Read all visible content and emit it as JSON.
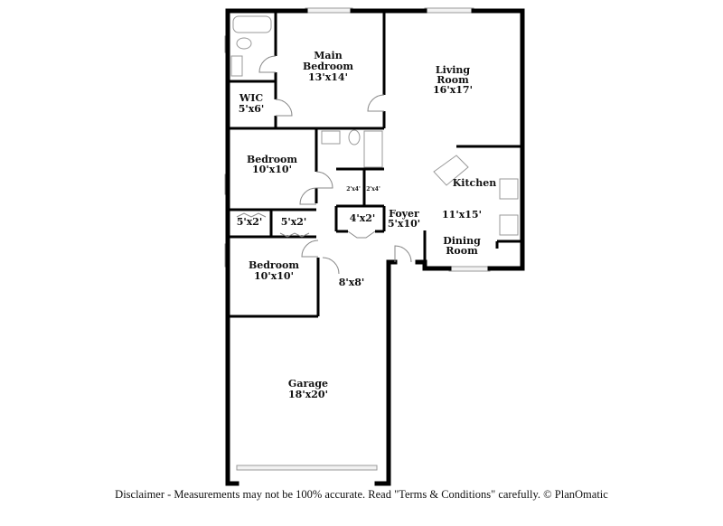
{
  "rooms": {
    "main_bedroom": {
      "name_1": "Main",
      "name_2": "Bedroom",
      "size": "13'x14'"
    },
    "living_room": {
      "name_1": "Living",
      "name_2": "Room",
      "size": "16'x17'"
    },
    "wic": {
      "name": "WIC",
      "size": "5'x6'"
    },
    "bedroom_1": {
      "name": "Bedroom",
      "size": "10'x10'"
    },
    "closet_1": {
      "size": "5'x2'"
    },
    "closet_2": {
      "size": "5'x2'"
    },
    "closet_3": {
      "size": "2'x4'"
    },
    "closet_4": {
      "size": "2'x4'"
    },
    "closet_5": {
      "size": "4'x2'"
    },
    "foyer": {
      "name": "Foyer",
      "size": "5'x10'"
    },
    "kitchen": {
      "name": "Kitchen",
      "size": "11'x15'"
    },
    "dining": {
      "name_1": "Dining",
      "name_2": "Room"
    },
    "bedroom_2": {
      "name": "Bedroom",
      "size": "10'x10'"
    },
    "hall": {
      "size": "8'x8'"
    },
    "garage": {
      "name": "Garage",
      "size": "18'x20'"
    }
  },
  "disclaimer": "Disclaimer - Measurements may not be 100% accurate. Read \"Terms & Conditions\" carefully. © PlanOmatic"
}
